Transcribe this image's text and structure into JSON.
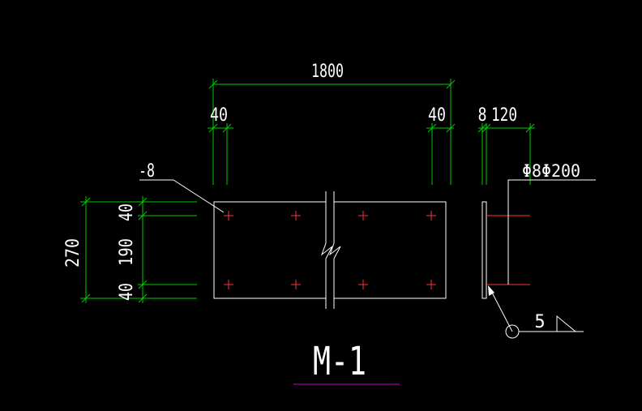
{
  "colors": {
    "background": "#000000",
    "dimension": "#00cc00",
    "outline": "#ffffff",
    "anchor": "#ff3333",
    "title_underline": "#cc00cc"
  },
  "dimensions": {
    "overall_width": "1800",
    "left_edge": "40",
    "right_edge": "40",
    "side_thickness": "8",
    "side_projection": "120",
    "overall_height": "270",
    "top_edge": "40",
    "middle_spacing": "190",
    "bottom_edge": "40"
  },
  "labels": {
    "plate_thickness": "-8",
    "anchor_spec": "Φ8Φ200",
    "weld_size": "5"
  },
  "title": "M-1"
}
